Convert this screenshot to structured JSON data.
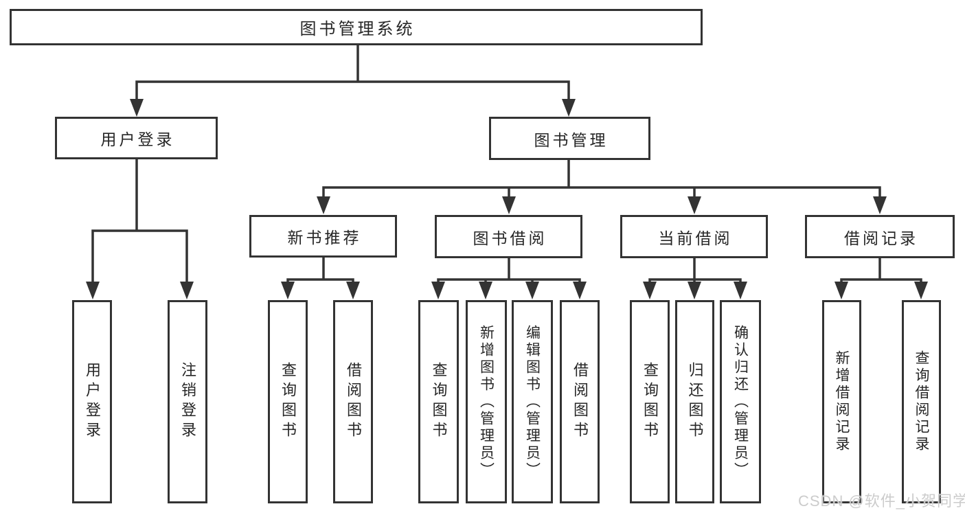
{
  "tree": {
    "root": {
      "label": "图书管理系统"
    },
    "branches": [
      {
        "label": "用户登录",
        "children": [
          {
            "label": "用户登录"
          },
          {
            "label": "注销登录"
          }
        ]
      },
      {
        "label": "图书管理",
        "children": [
          {
            "label": "新书推荐",
            "children": [
              {
                "label": "查询图书"
              },
              {
                "label": "借阅图书"
              }
            ]
          },
          {
            "label": "图书借阅",
            "children": [
              {
                "label": "查询图书"
              },
              {
                "label": "新增图书（管理员）"
              },
              {
                "label": "编辑图书（管理员）"
              },
              {
                "label": "借阅图书"
              }
            ]
          },
          {
            "label": "当前借阅",
            "children": [
              {
                "label": "查询图书"
              },
              {
                "label": "归还图书"
              },
              {
                "label": "确认归还（管理员）"
              }
            ]
          },
          {
            "label": "借阅记录",
            "children": [
              {
                "label": "新增借阅记录"
              },
              {
                "label": "查询借阅记录"
              }
            ]
          }
        ]
      }
    ]
  },
  "watermark": {
    "text": "CSDN @软件_小贺同学"
  },
  "colors": {
    "line": "#333333",
    "text": "#262626",
    "background": "#ffffff",
    "watermark": "#cccccc"
  }
}
